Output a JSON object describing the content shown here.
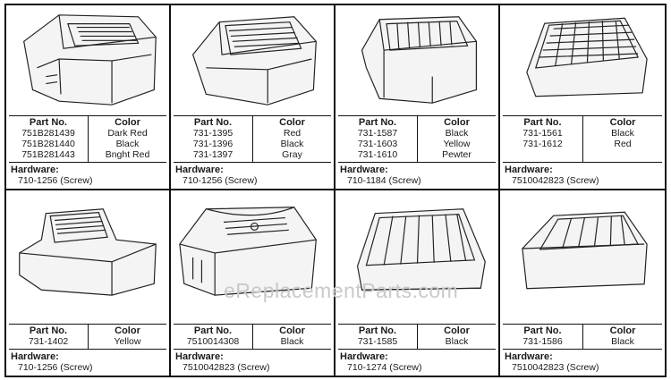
{
  "labels": {
    "part_no": "Part No.",
    "color": "Color",
    "hardware": "Hardware:"
  },
  "watermark": "eReplacementParts.com",
  "cells": [
    {
      "parts": [
        "751B281439",
        "751B281440",
        "751B281443"
      ],
      "colors": [
        "Dark Red",
        "Black",
        "Bnght Red"
      ],
      "hardware": "710-1256 (Screw)",
      "icon": "engine-cover-shroud-icon"
    },
    {
      "parts": [
        "731-1395",
        "731-1396",
        "731-1397"
      ],
      "colors": [
        "Red",
        "Black",
        "Gray"
      ],
      "hardware": "710-1256 (Screw)",
      "icon": "engine-cover-shroud-icon"
    },
    {
      "parts": [
        "731-1587",
        "731-1603",
        "731-1610"
      ],
      "colors": [
        "Black",
        "Yellow",
        "Pewter"
      ],
      "hardware": "710-1184 (Screw)",
      "icon": "engine-cover-shroud-icon"
    },
    {
      "parts": [
        "731-1561",
        "731-1612"
      ],
      "colors": [
        "Black",
        "Red"
      ],
      "hardware": "7510042823 (Screw)",
      "icon": "engine-cover-shroud-icon"
    },
    {
      "parts": [
        "731-1402"
      ],
      "colors": [
        "Yellow"
      ],
      "hardware": "710-1256 (Screw)",
      "icon": "engine-cover-shroud-icon"
    },
    {
      "parts": [
        "7510014308"
      ],
      "colors": [
        "Black"
      ],
      "hardware": "7510042823 (Screw)",
      "icon": "engine-cover-shroud-icon"
    },
    {
      "parts": [
        "731-1585"
      ],
      "colors": [
        "Black"
      ],
      "hardware": "710-1274 (Screw)",
      "icon": "engine-cover-shroud-icon"
    },
    {
      "parts": [
        "731-1586"
      ],
      "colors": [
        "Black"
      ],
      "hardware": "7510042823 (Screw)",
      "icon": "engine-cover-shroud-icon"
    }
  ]
}
